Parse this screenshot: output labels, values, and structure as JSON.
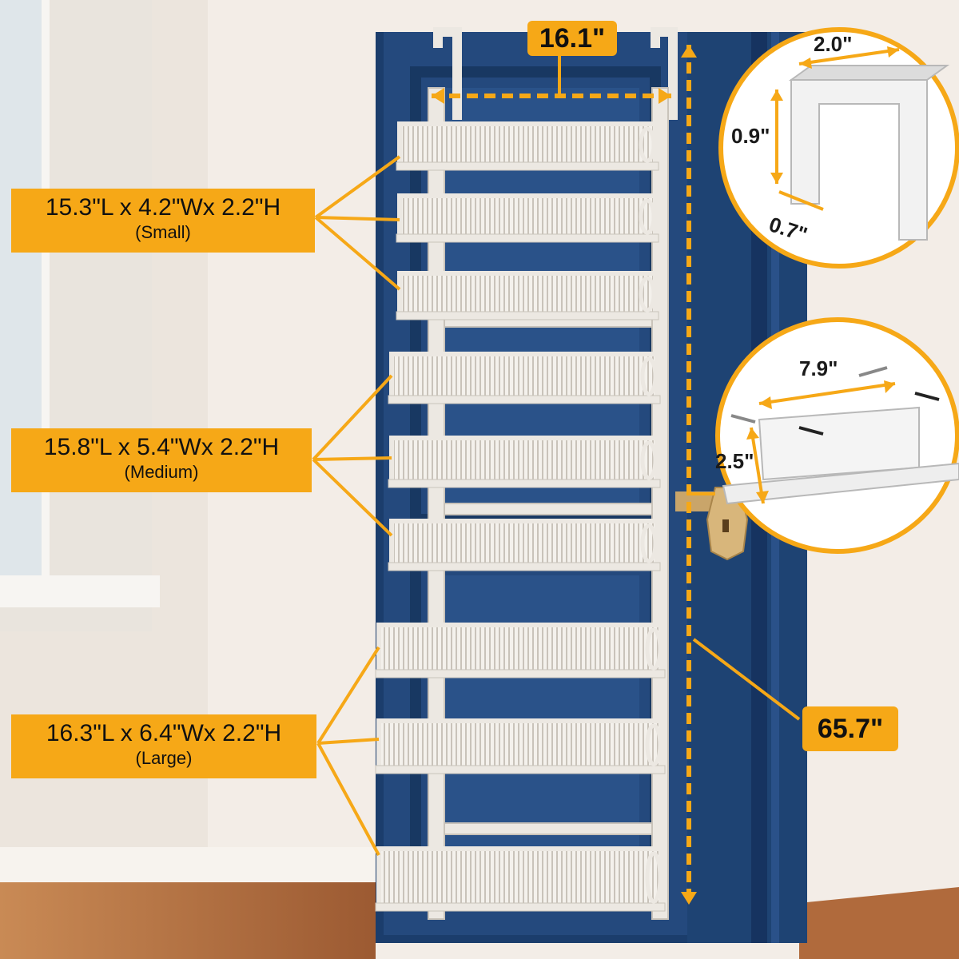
{
  "colors": {
    "accent": "#f6a817",
    "door": "#24497d",
    "door_dark": "#183862",
    "rack": "#ece8e2",
    "floor": "#b8703f",
    "wall": "#f3ede7"
  },
  "dimensions": {
    "top_width": "16.1\"",
    "height": "65.7\""
  },
  "baskets": [
    {
      "size": "15.3\"L x 4.2\"Wx 2.2\"H",
      "name": "(Small)"
    },
    {
      "size": "15.8\"L x 5.4\"Wx 2.2\"H",
      "name": "(Medium)"
    },
    {
      "size": "16.3\"L x 6.4\"Wx 2.2\"H",
      "name": "(Large)"
    }
  ],
  "hook_inset": {
    "width": "2.0\"",
    "height": "0.9\"",
    "depth": "0.7\""
  },
  "bracket_inset": {
    "length": "7.9\"",
    "height": "2.5\""
  }
}
